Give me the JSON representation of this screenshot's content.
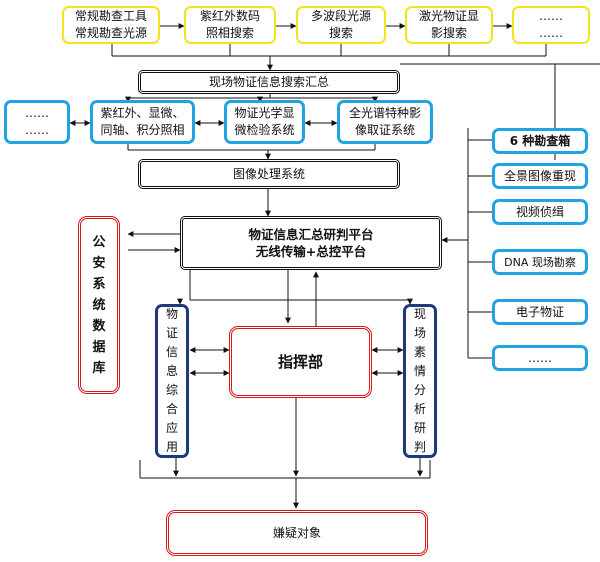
{
  "top_row": [
    {
      "id": "t1",
      "text": "常规勘查工具\n常规勘查光源"
    },
    {
      "id": "t2",
      "text": "紫红外数码\n照相搜索"
    },
    {
      "id": "t3",
      "text": "多波段光源\n搜索"
    },
    {
      "id": "t4",
      "text": "激光物证显\n影搜索"
    },
    {
      "id": "t5",
      "text": "……\n……"
    }
  ],
  "summary_box": "现场物证信息搜索汇总",
  "second_row": [
    {
      "id": "s1",
      "text": "……\n……"
    },
    {
      "id": "s2",
      "text": "紫红外、显微、\n同轴、积分照相"
    },
    {
      "id": "s3",
      "text": "物证光学显\n微检验系统"
    },
    {
      "id": "s4",
      "text": "全光谱特种影\n像取证系统"
    }
  ],
  "image_processing": "图像处理系统",
  "platform": "物证信息汇总研判平台\n无线传输+总控平台",
  "police_db": "公\n安\n系\n统\n数\n据\n库",
  "evidence_app": "物\n证\n信\n息\n综\n合\n应\n用",
  "command": "指挥部",
  "scene_analysis": "现\n场\n素\n情\n分\n析\n研\n判",
  "suspect": "嫌疑对象",
  "right_column": [
    {
      "id": "r1",
      "text": "6 种勘查箱"
    },
    {
      "id": "r2",
      "text": "全景图像重现"
    },
    {
      "id": "r3",
      "text": "视频侦缉"
    },
    {
      "id": "r4",
      "text": "DNA 现场勘察"
    },
    {
      "id": "r5",
      "text": "电子物证"
    },
    {
      "id": "r6",
      "text": "……"
    }
  ]
}
